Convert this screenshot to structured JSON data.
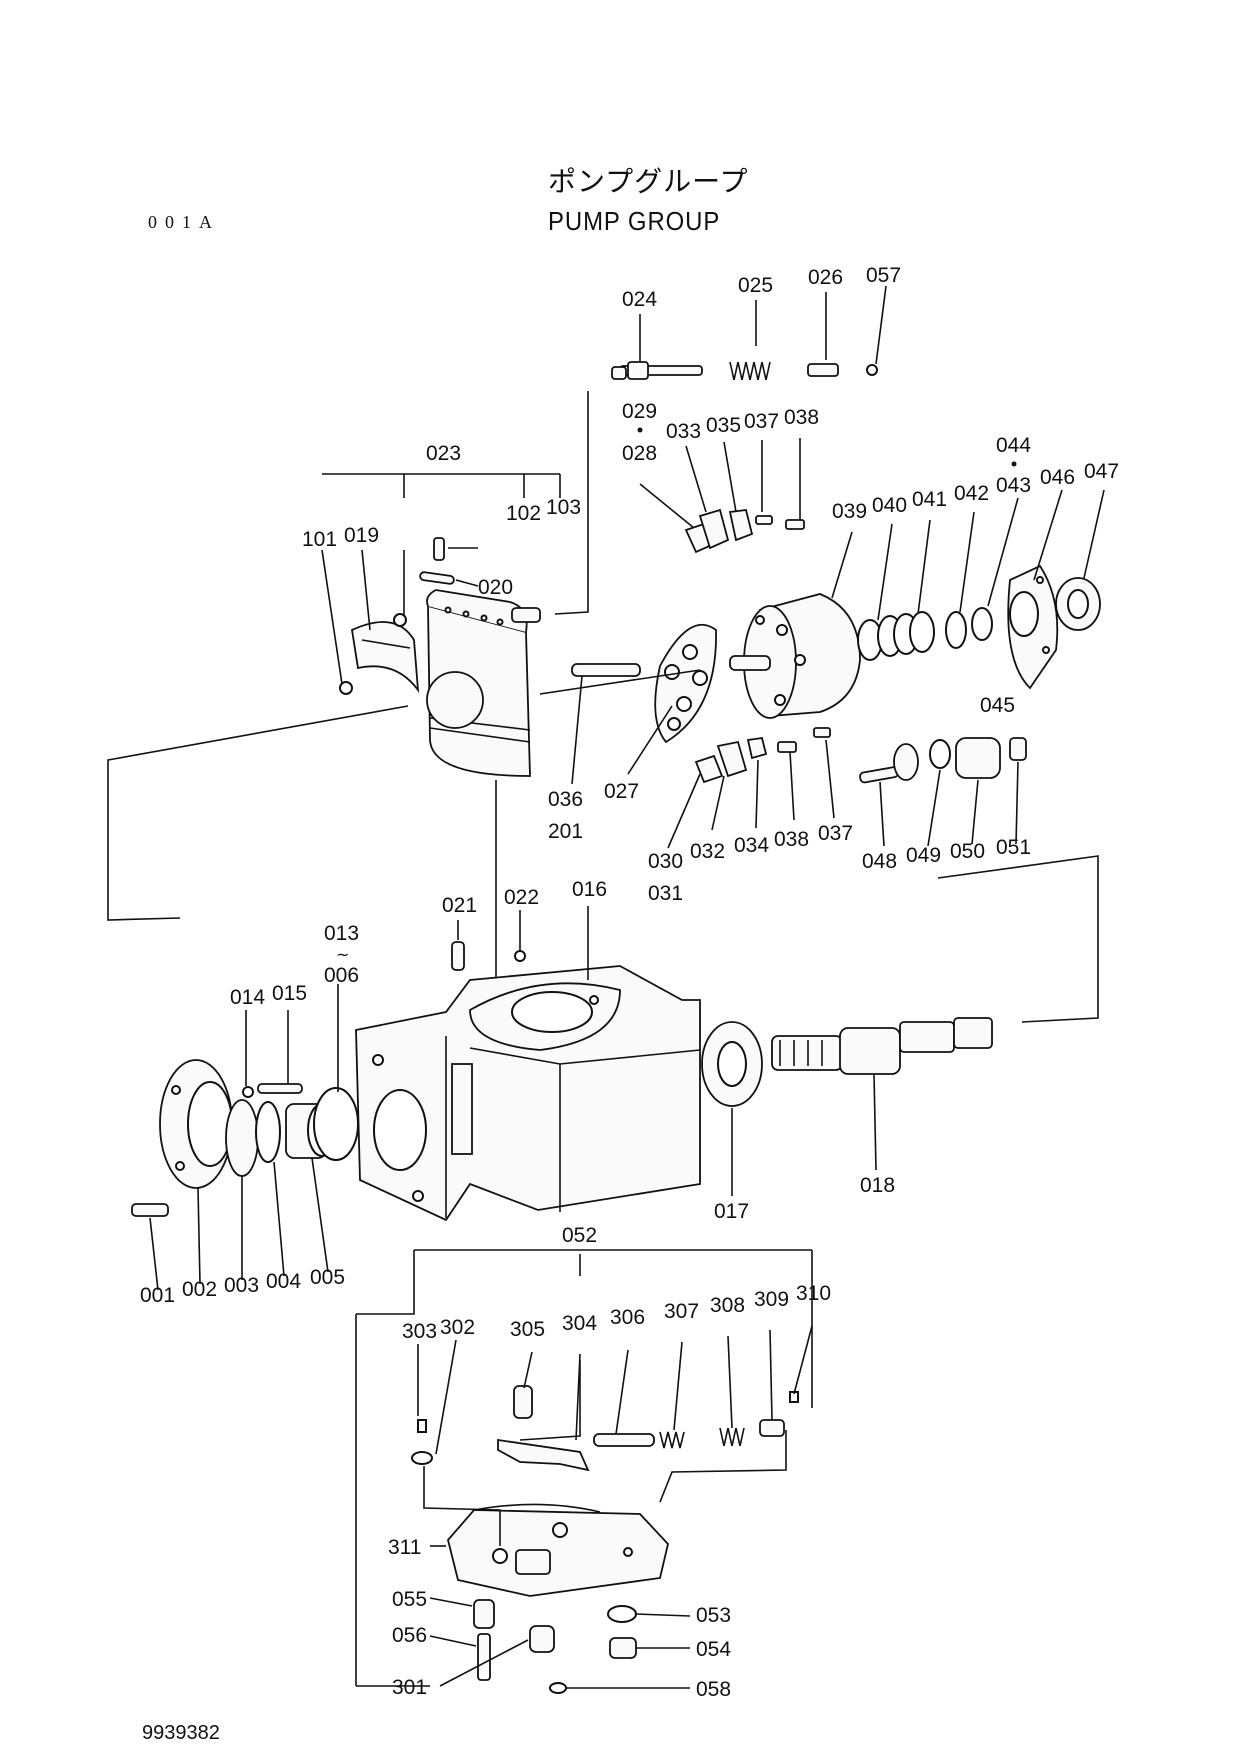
{
  "header": {
    "title_jp": "ポンプグループ",
    "title_en": "PUMP GROUP",
    "page_code": "001A",
    "doc_number": "9939382"
  },
  "labels": [
    "001",
    "002",
    "003",
    "004",
    "005",
    "013",
    "006",
    "014",
    "015",
    "016",
    "017",
    "018",
    "021",
    "022",
    "023",
    "101",
    "019",
    "102",
    "103",
    "020",
    "024",
    "025",
    "026",
    "057",
    "029",
    "028",
    "033",
    "035",
    "037",
    "038",
    "039",
    "040",
    "041",
    "042",
    "044",
    "043",
    "046",
    "047",
    "045",
    "036",
    "201",
    "027",
    "030",
    "031",
    "032",
    "034",
    "048",
    "049",
    "050",
    "051",
    "052",
    "303",
    "302",
    "305",
    "304",
    "306",
    "307",
    "308",
    "309",
    "310",
    "311",
    "055",
    "056",
    "301",
    "053",
    "054",
    "058"
  ],
  "colors": {
    "ink": "#111111",
    "paper": "#ffffff"
  }
}
